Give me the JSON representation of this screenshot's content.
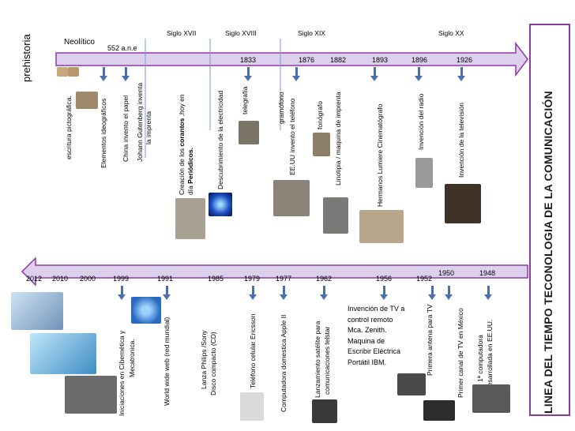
{
  "title": "LINEA DEL TIEMPO TECONOLOGIA DE LA COMUNICACIÓN",
  "colors": {
    "arrow_fill": "#dcd0ec",
    "arrow_stroke": "#8b3aa0",
    "marker": "#4a6fb0",
    "divider": "#7a9ad6"
  },
  "top": {
    "prehistoria": "prehistoria",
    "neolitico": "Neolítico",
    "year_552": "552 a.n.e",
    "centuries": [
      "Siglo XVII",
      "Siglo XVIII",
      "Siglo XIX",
      "Siglo XX"
    ],
    "years": [
      "1833",
      "1876",
      "1882",
      "1893",
      "1896",
      "1926"
    ],
    "events": {
      "pictografica": "escritura pictográfica.",
      "ideograficos": "Elementos ideográficos",
      "papel": "China invento el papel",
      "gutenberg_1": "Johann Gutenberg inventa",
      "gutenberg_2": "la imprenta",
      "corantos_1a": "Creación de los ",
      "corantos_1b": "corantos",
      "corantos_1c": " ,hoy en",
      "corantos_2a": "día ",
      "corantos_2b": "Periódicos.",
      "electricidad": "Descubrimiento de la electricidad",
      "telegrafia": "telegrafía",
      "gramofono": "gramófono",
      "telefono": "EE.UU invento el teléfono",
      "fonografo": "fonógrafo",
      "linotipia": "Linotipia / maquina de imprenta",
      "cinematografo": "Hermanos  Lumiere Cinematógrafo",
      "radio": "Invención del radio",
      "television": "Invención de la televisión"
    }
  },
  "bottom": {
    "years": [
      "2012",
      "2010",
      "2000",
      "1999",
      "1991",
      "1985",
      "1979",
      "1977",
      "1962",
      "1956",
      "1952",
      "1950",
      "1948"
    ],
    "events": {
      "cibernetica_1": "Iniciaciones en Cibernética y",
      "cibernetica_2": "Mecatronica.",
      "www": "World  wide web (red mundial)",
      "cd_1": "Lanza Philips /Sony",
      "cd_2": "Disco  compacto (CD)",
      "ericsson": "Teléfono celular Ericsson",
      "apple": "Computadora domestica Apple II",
      "telstar_1": "Lanzamiento satélite para",
      "telstar_2": "comunicaciones telstar",
      "zenith": [
        "Invención de TV a",
        "control remoto",
        "Mca. Zenith.",
        "Maquina de",
        "Escribir Eléctrica",
        "Portátil IBM."
      ],
      "antena": "Primera antena para TV",
      "tv_mexico": "Primer canal de TV en México",
      "computadora_1": "1ª computadora",
      "computadora_2": "desarrollada en EE.UU."
    }
  }
}
